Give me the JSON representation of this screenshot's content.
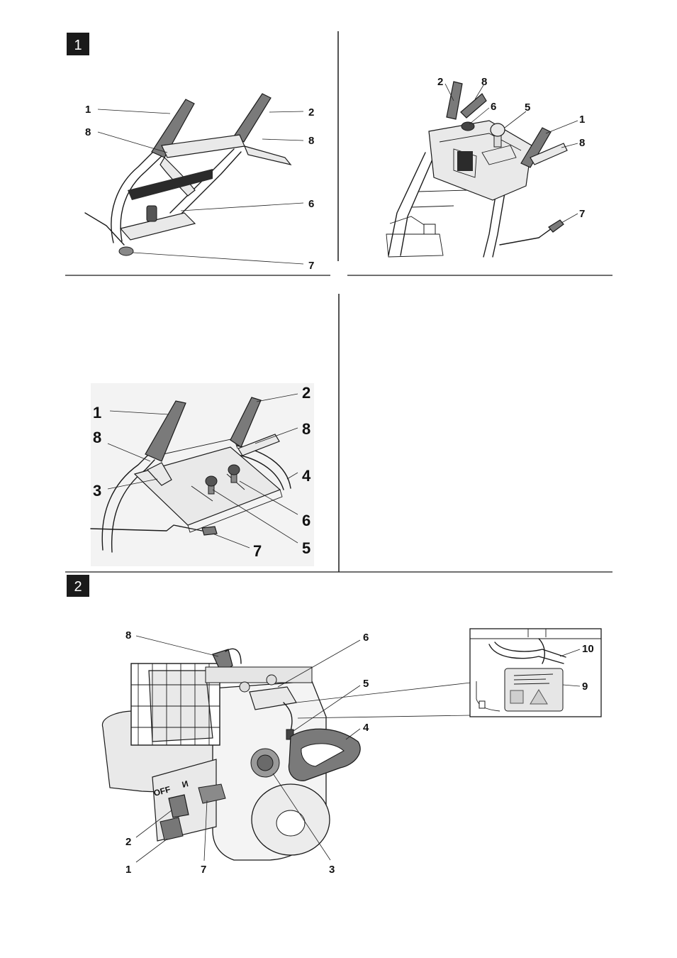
{
  "figures": [
    {
      "number": "1",
      "panels": [
        {
          "id": "top-left",
          "callouts": [
            "1",
            "2",
            "8",
            "8",
            "6",
            "7"
          ]
        },
        {
          "id": "top-right",
          "callouts": [
            "2",
            "8",
            "6",
            "5",
            "1",
            "8",
            "7"
          ]
        },
        {
          "id": "middle-left",
          "callouts": [
            "1",
            "2",
            "8",
            "8",
            "3",
            "4",
            "6",
            "5",
            "7"
          ]
        }
      ]
    },
    {
      "number": "2",
      "panels": [
        {
          "id": "engine",
          "callouts": [
            "8",
            "6",
            "5",
            "4",
            "2",
            "1",
            "7",
            "3"
          ]
        },
        {
          "id": "detail-inset",
          "callouts": [
            "10",
            "9"
          ]
        }
      ]
    }
  ],
  "engine_panel_text": {
    "switch_off": "OFF",
    "switch_on": "И"
  },
  "colors": {
    "ink": "#1a1a1a",
    "grip_gray": "#7a7a7a",
    "background": "#ffffff"
  }
}
